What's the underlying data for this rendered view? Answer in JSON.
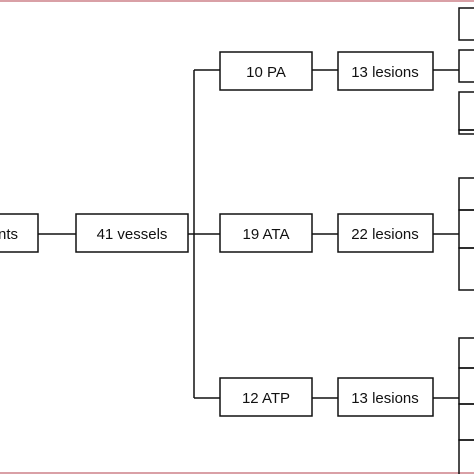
{
  "colors": {
    "frame": "#d9a0a6",
    "ink": "#111111",
    "background": "#ffffff"
  },
  "nodes": {
    "patients": "nts",
    "vessels": "41 vessels",
    "pa": "10 PA",
    "ata": "19 ATA",
    "atp": "12 ATP",
    "pa_lesions": "13 lesions",
    "ata_lesions": "22 lesions",
    "atp_lesions": "13 lesions"
  }
}
